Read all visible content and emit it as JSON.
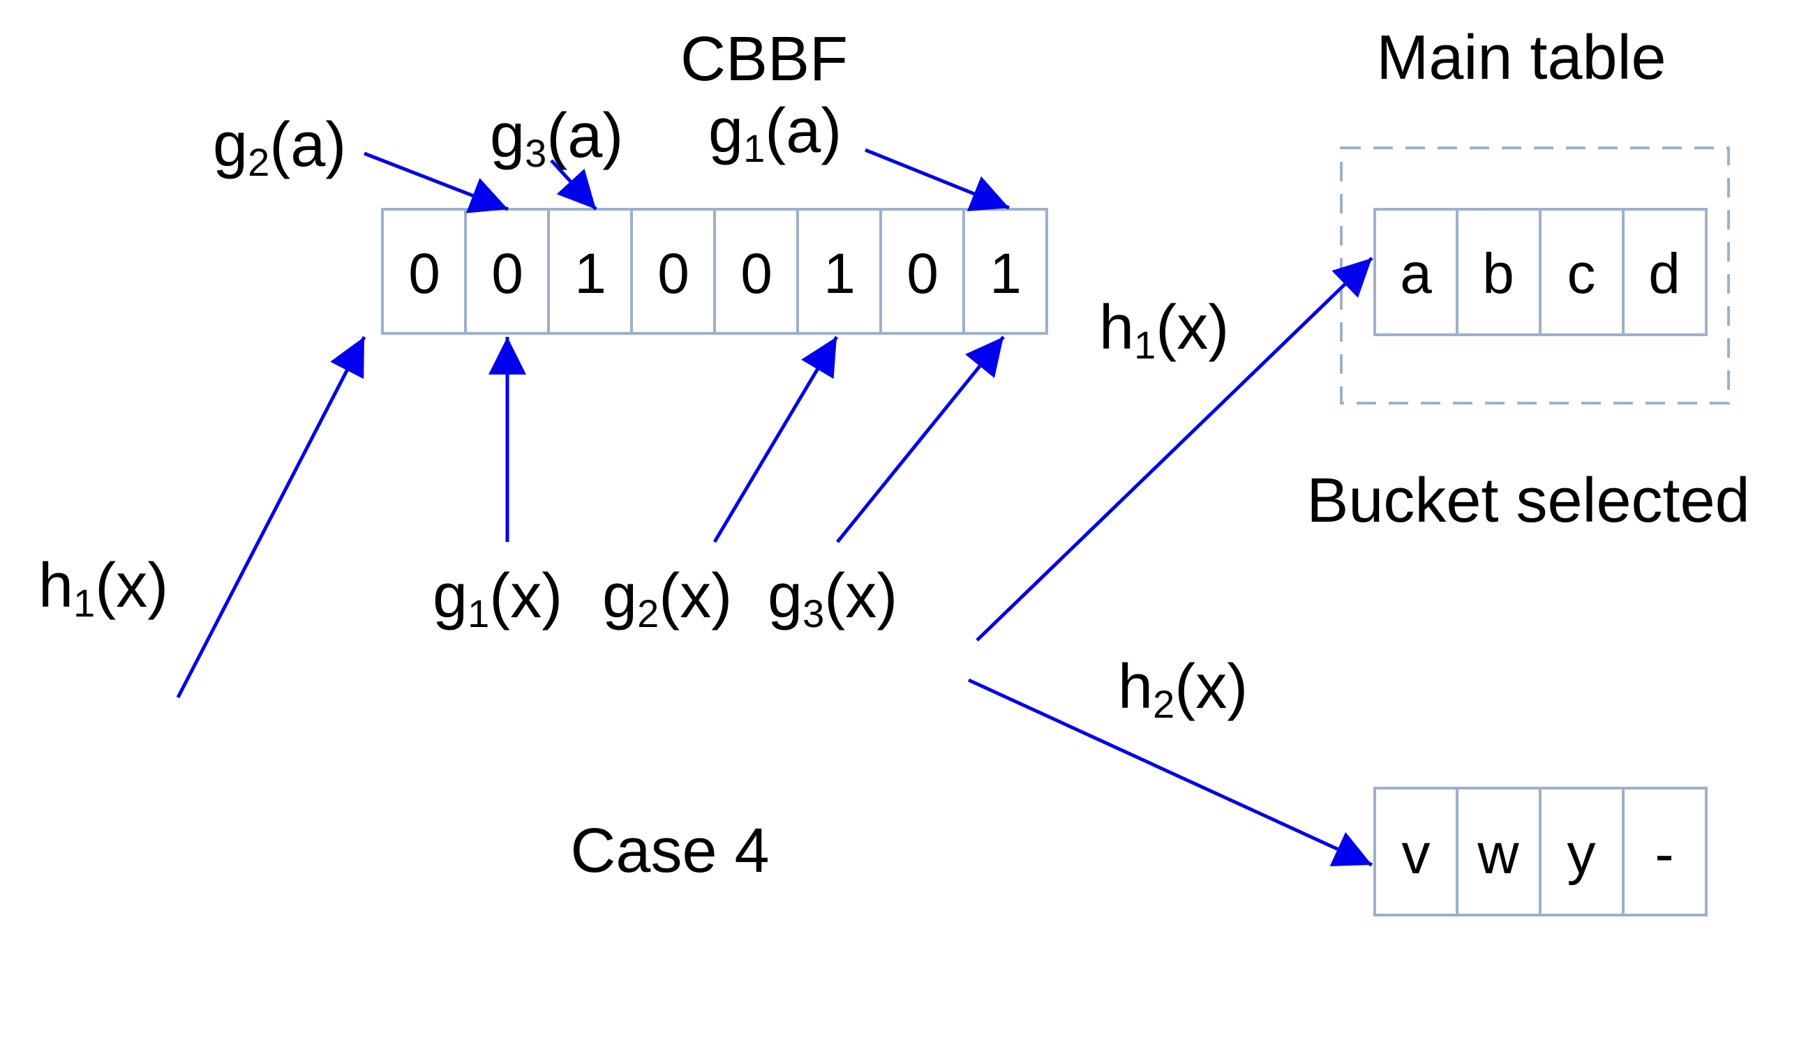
{
  "cbbf": {
    "title": "CBBF",
    "bits": [
      "0",
      "0",
      "1",
      "0",
      "0",
      "1",
      "0",
      "1"
    ]
  },
  "main_table": {
    "title": "Main table",
    "bucket_selected_label": "Bucket selected",
    "bucket1": [
      "a",
      "b",
      "c",
      "d"
    ],
    "bucket2": [
      "v",
      "w",
      "y",
      "-"
    ]
  },
  "labels": {
    "g2a": {
      "fn": "g",
      "idx": "2",
      "arg": "(a)"
    },
    "g3a": {
      "fn": "g",
      "idx": "3",
      "arg": "(a)"
    },
    "g1a": {
      "fn": "g",
      "idx": "1",
      "arg": "(a)"
    },
    "h1x_left": {
      "fn": "h",
      "idx": "1",
      "arg": "(x)"
    },
    "g1x": {
      "fn": "g",
      "idx": "1",
      "arg": "(x)"
    },
    "g2x": {
      "fn": "g",
      "idx": "2",
      "arg": "(x)"
    },
    "g3x": {
      "fn": "g",
      "idx": "3",
      "arg": "(x)"
    },
    "h1x_right": {
      "fn": "h",
      "idx": "1",
      "arg": "(x)"
    },
    "h2x": {
      "fn": "h",
      "idx": "2",
      "arg": "(x)"
    }
  },
  "case_label": "Case 4",
  "colors": {
    "arrow": "#0000ee",
    "cell_border": "#9db0cc",
    "dashed_border": "#9db0cc",
    "text": "#000000"
  }
}
